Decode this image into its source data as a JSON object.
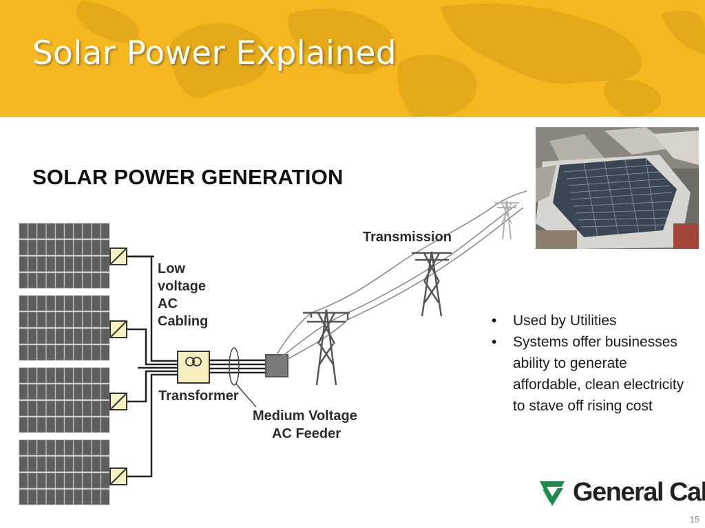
{
  "slide": {
    "title": "Solar Power Explained",
    "subtitle": "SOLAR POWER GENERATION",
    "page_number": "15"
  },
  "diagram": {
    "labels": {
      "low_voltage": [
        "Low",
        "voltage",
        "AC",
        "Cabling"
      ],
      "transformer": "Transformer",
      "medium_voltage": [
        "Medium Voltage",
        "AC Feeder"
      ],
      "transmission": "Transmission"
    },
    "icons": [
      "solar-panel-icon",
      "inverter-icon",
      "transformer-icon",
      "substation-icon",
      "transmission-tower-icon"
    ]
  },
  "photo": {
    "subject": "rooftop solar panels on industrial building"
  },
  "bullets": [
    "Used by Utilities",
    "Systems offer businesses ability to generate affordable, clean electricity to stave off rising cost"
  ],
  "logo": {
    "text": "General Cable",
    "color": "#1f8a4c"
  },
  "colors": {
    "header": "#f6b820",
    "header_map": "#e0a618",
    "text_dark": "#111111",
    "logo_green": "#1f8a4c"
  }
}
